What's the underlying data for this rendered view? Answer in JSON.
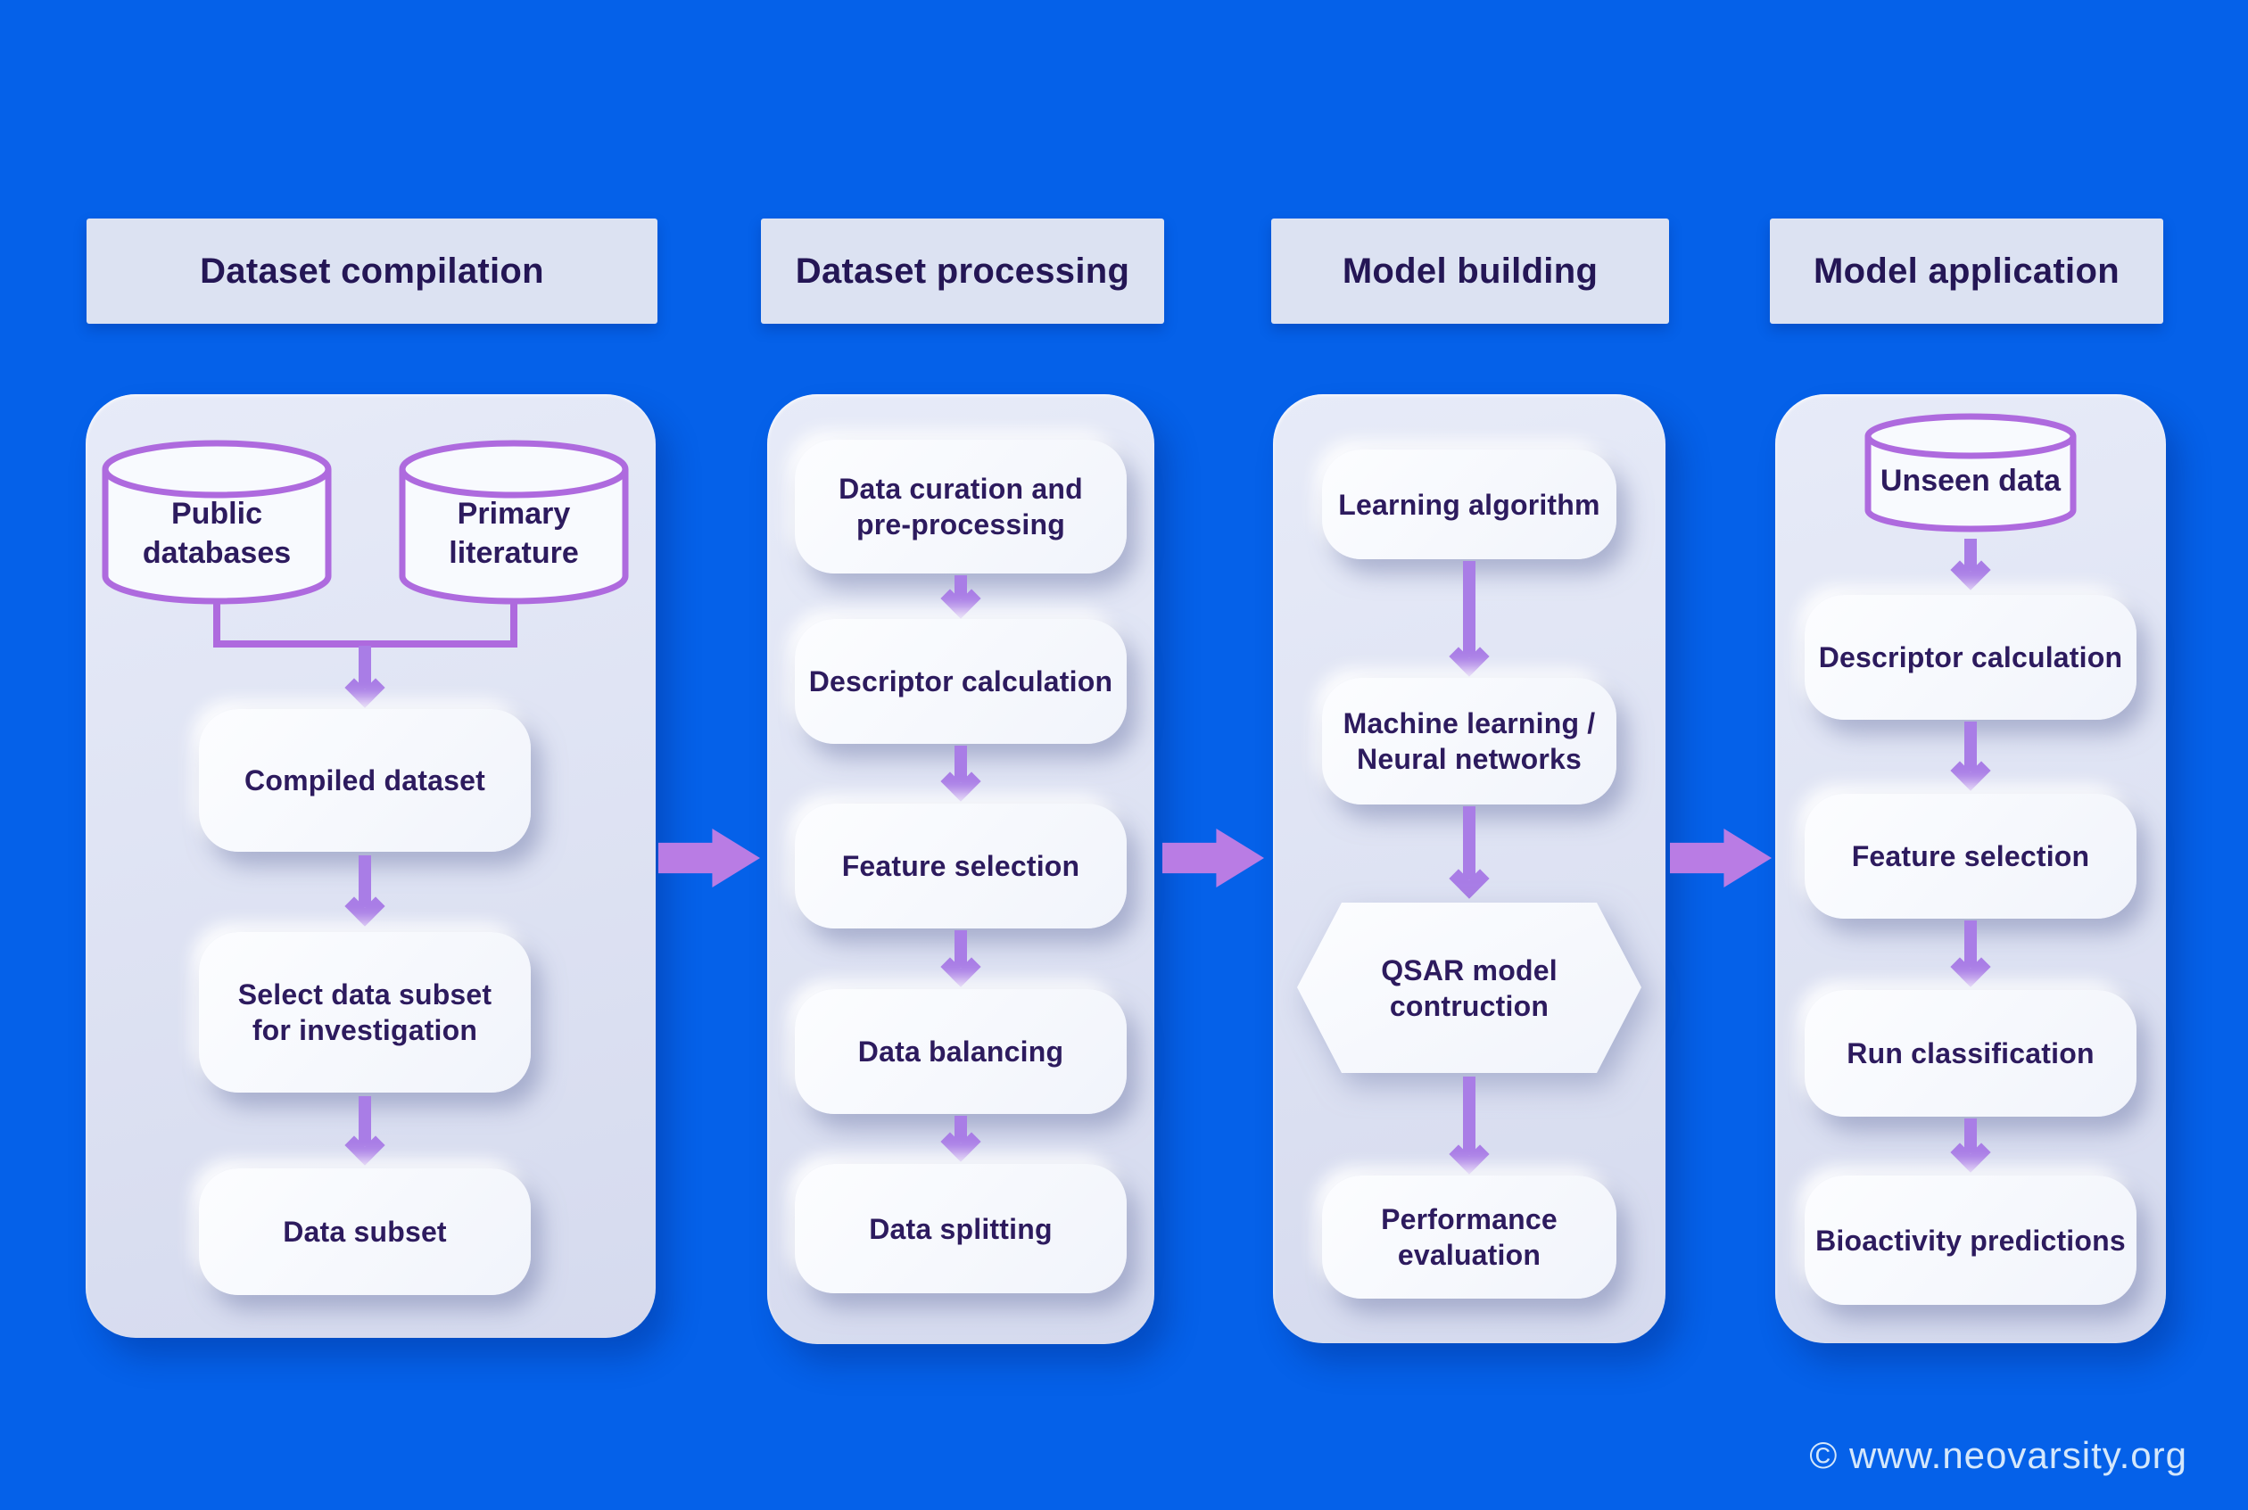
{
  "columns": [
    {
      "title": "Dataset compilation",
      "cylinders": [
        {
          "label": "Public\ndatabases"
        },
        {
          "label": "Primary\nliterature"
        }
      ],
      "steps": [
        {
          "label": "Compiled dataset"
        },
        {
          "label": "Select data subset\nfor investigation"
        },
        {
          "label": "Data subset"
        }
      ]
    },
    {
      "title": "Dataset processing",
      "steps": [
        {
          "label": "Data curation and\npre-processing"
        },
        {
          "label": "Descriptor calculation"
        },
        {
          "label": "Feature selection"
        },
        {
          "label": "Data balancing"
        },
        {
          "label": "Data splitting"
        }
      ]
    },
    {
      "title": "Model building",
      "steps": [
        {
          "label": "Learning algorithm"
        },
        {
          "label": "Machine learning /\nNeural networks"
        },
        {
          "label": "QSAR model\ncontruction",
          "shape": "hexagon"
        },
        {
          "label": "Performance\nevaluation"
        }
      ]
    },
    {
      "title": "Model application",
      "cylinder": {
        "label": "Unseen data"
      },
      "steps": [
        {
          "label": "Descriptor calculation"
        },
        {
          "label": "Feature selection"
        },
        {
          "label": "Run classification"
        },
        {
          "label": "Bioactivity predictions"
        }
      ]
    }
  ],
  "watermark": "© www.neovarsity.org",
  "colors": {
    "background": "#0561e9",
    "panel": "#dde2f1",
    "box": "#f7fafe",
    "header_bg": "#dce2f2",
    "text": "#2d1b5e",
    "arrow_vertical": "#a97de6",
    "arrow_block": "#b97ce4",
    "cylinder_stroke": "#ae6ade",
    "watermark_text": "#dfeefc"
  }
}
